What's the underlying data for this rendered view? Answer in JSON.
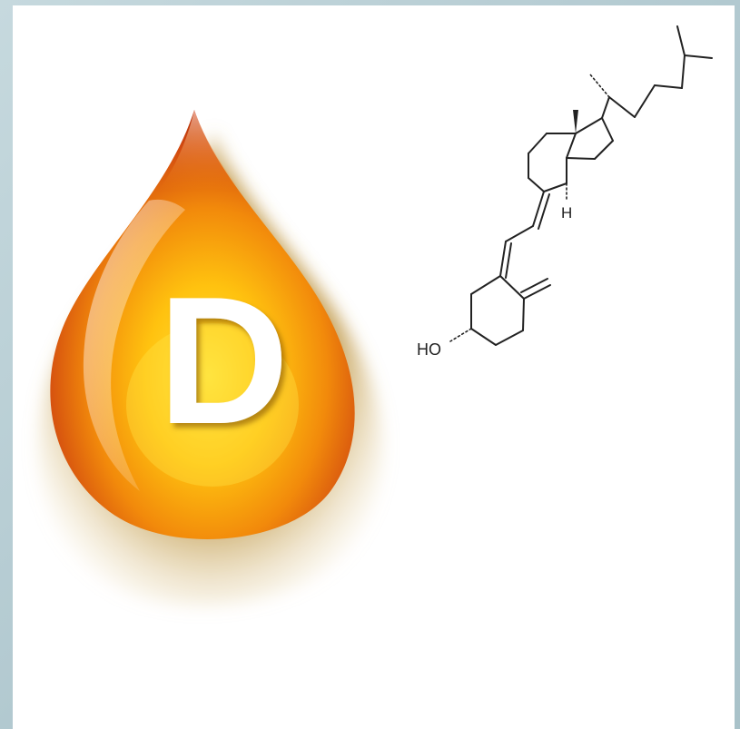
{
  "drop": {
    "letter": "D",
    "colors": {
      "deep": "#c8400f",
      "mid": "#f08a0a",
      "bright": "#ffd21a",
      "highlight": "#fff2a8",
      "shadow": "#a07818"
    }
  },
  "molecule": {
    "hydroxyl_label": "HO",
    "hydrogen_label": "H",
    "line_color": "#222222"
  }
}
